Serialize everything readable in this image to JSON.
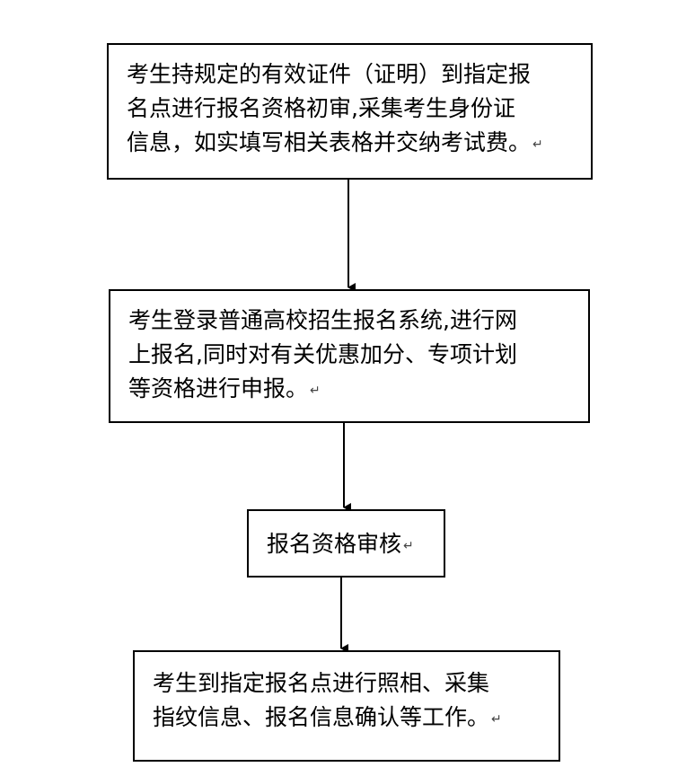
{
  "steps": [
    {
      "lines": [
        "考生持规定的有效证件（证明）到指定报",
        "名点进行报名资格初审,采集考生身份证",
        "信息，如实填写相关表格并交纳考试费。"
      ]
    },
    {
      "lines": [
        "考生登录普通高校招生报名系统,进行网",
        "上报名,同时对有关优惠加分、专项计划",
        "等资格进行申报。"
      ]
    },
    {
      "lines": [
        "报名资格审核"
      ]
    },
    {
      "lines": [
        "考生到指定报名点进行照相、采集",
        "指纹信息、报名信息确认等工作。"
      ]
    }
  ],
  "paragraph_mark": "↵"
}
